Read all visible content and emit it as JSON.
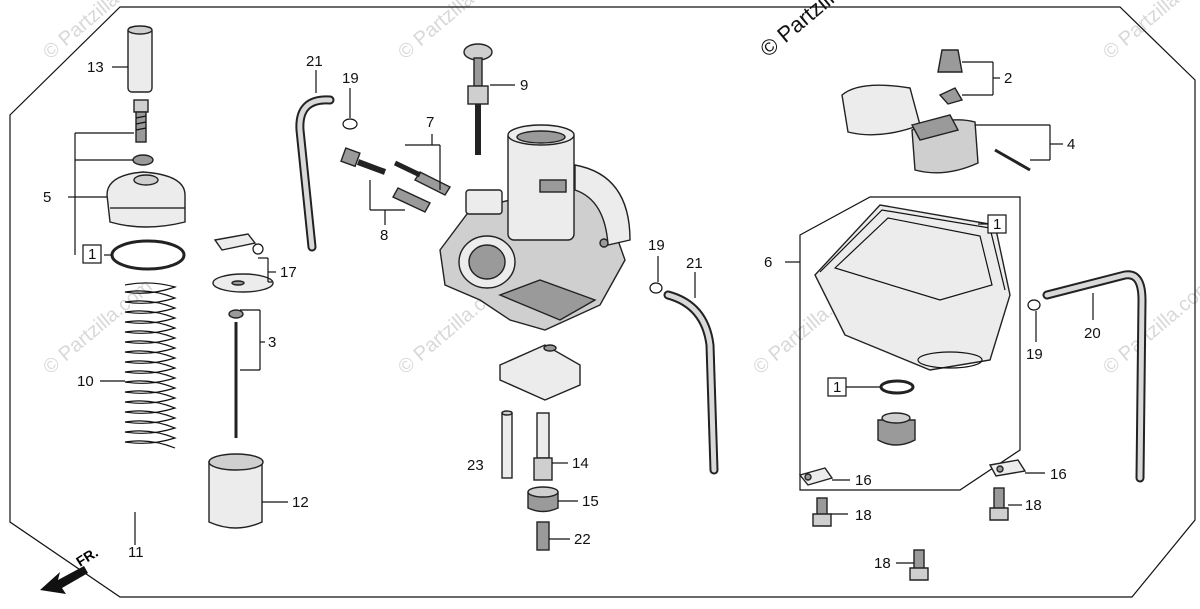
{
  "diagram": {
    "copyright": "© Partzilla.com",
    "watermark": "© Partzilla.com",
    "fr_label": "FR.",
    "callouts": {
      "c1a": "1",
      "c1b": "1",
      "c1c": "1",
      "c2": "2",
      "c3": "3",
      "c4": "4",
      "c5": "5",
      "c6": "6",
      "c7": "7",
      "c8": "8",
      "c9": "9",
      "c10": "10",
      "c11": "11",
      "c12": "12",
      "c13": "13",
      "c14": "14",
      "c15": "15",
      "c16a": "16",
      "c16b": "16",
      "c17": "17",
      "c18a": "18",
      "c18b": "18",
      "c18c": "18",
      "c19a": "19",
      "c19b": "19",
      "c19c": "19",
      "c20": "20",
      "c21a": "21",
      "c21b": "21",
      "c22": "22",
      "c23": "23"
    }
  }
}
